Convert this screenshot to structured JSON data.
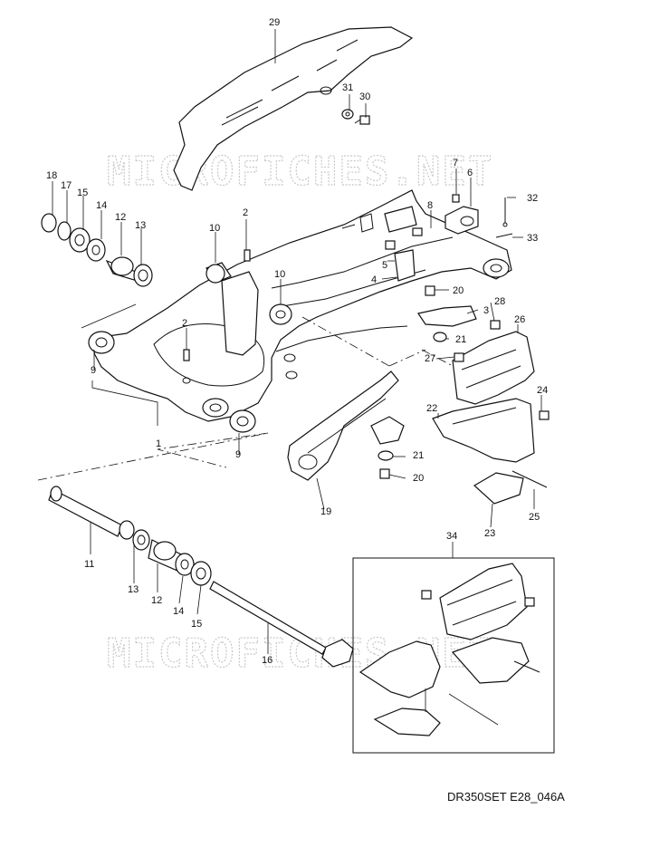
{
  "diagram_ref": "DR350SET E28_046A",
  "watermarks": [
    "MICROFICHES.NET",
    "MICROFICHES.NET"
  ],
  "part_numbers": [
    "29",
    "31",
    "30",
    "7",
    "6",
    "32",
    "33",
    "8",
    "18",
    "17",
    "15",
    "14",
    "12",
    "13",
    "2",
    "10",
    "10",
    "5",
    "4",
    "20",
    "3",
    "28",
    "26",
    "2",
    "21",
    "9",
    "27",
    "22",
    "24",
    "1",
    "9",
    "21",
    "20",
    "19",
    "11",
    "13",
    "12",
    "14",
    "15",
    "16",
    "23",
    "25",
    "34"
  ]
}
